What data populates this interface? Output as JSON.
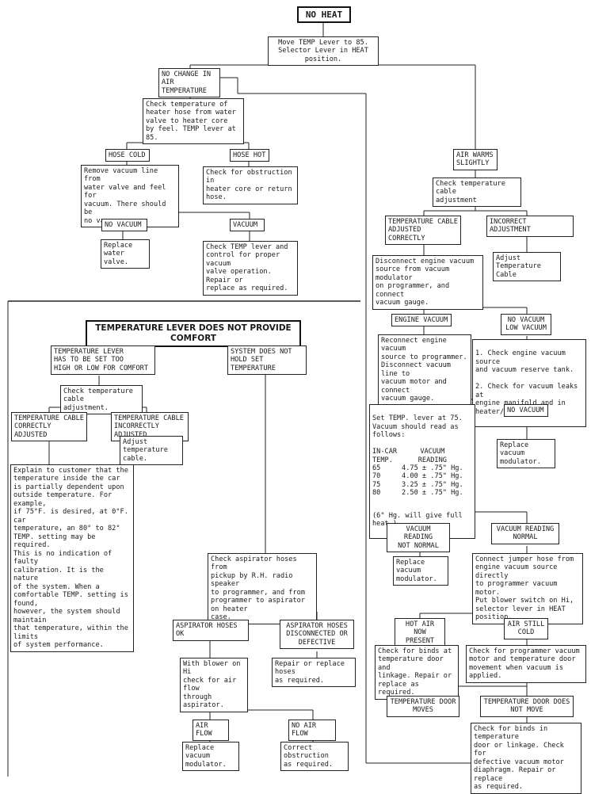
{
  "right": {
    "title": "NO HEAT",
    "move_temp": "Move TEMP Lever to 85.\nSelector Lever in HEAT position.",
    "no_change": "NO CHANGE IN\nAIR TEMPERATURE",
    "check_hose": "Check temperature of\nheater hose from water\nvalve to heater core\nby feel. TEMP lever at 85.",
    "hose_cold": "HOSE COLD",
    "hose_hot": "HOSE HOT",
    "remove_vacuum": "Remove vacuum line from\nwater valve and feel for\nvacuum. There should be\nno vacuum.",
    "check_obstruction": "Check for obstruction in\nheater core or return hose.",
    "no_vacuum_1": "NO VACUUM",
    "vacuum_1": "VACUUM",
    "replace_water_valve": "Replace water\nvalve.",
    "check_temp_lever": "Check TEMP lever and\ncontrol for proper vacuum\nvalve operation. Repair or\nreplace as required.",
    "air_warms": "AIR WARMS\nSLIGHTLY",
    "check_cable_adj": "Check temperature cable\nadjustment",
    "cable_correct": "TEMPERATURE CABLE\nADJUSTED CORRECTLY",
    "incorrect_adj": "INCORRECT ADJUSTMENT",
    "adjust_cable": "Adjust Temperature\nCable",
    "disconnect_engine": "Disconnect engine vacuum\nsource from vacuum modulator\non programmer, and connect\nvacuum gauge.",
    "engine_vacuum": "ENGINE VACUUM",
    "no_low_vacuum": "NO VACUUM\nLOW VACUUM",
    "reconnect": "Reconnect engine vacuum\nsource to programmer.\nDisconnect vacuum line to\nvacuum motor and connect\nvacuum gauge.",
    "check_source_1": "1.  Check engine vacuum source\n    and vacuum reserve tank.",
    "check_source_2": "2.  Check for vacuum leaks at\n    engine manifold and in\n    heater/A/C system.",
    "set_temp_intro": "Set TEMP. lever at 75.\nVacuum should read as follows:",
    "vacuum_table": {
      "head_temp": "IN-CAR\nTEMP.",
      "head_reading": "VACUUM\nREADING",
      "rows": [
        [
          "65",
          "4.75 ± .75\" Hg."
        ],
        [
          "70",
          "4.00 ± .75\" Hg."
        ],
        [
          "75",
          "3.25 ± .75\" Hg."
        ],
        [
          "80",
          "2.50 ± .75\" Hg."
        ]
      ],
      "note": "(6\" Hg. will give full heat.)"
    },
    "no_vacuum_2": "NO VACUUM",
    "replace_modulator_1": "Replace vacuum\nmodulator.",
    "reading_not_normal": "VACUUM READING\nNOT NORMAL",
    "reading_normal": "VACUUM READING\nNORMAL",
    "replace_modulator_2": "Replace vacuum\nmodulator.",
    "connect_jumper": "Connect jumper hose from\nengine vacuum source directly\nto programmer vacuum motor.\nPut blower switch on Hi,\nselector lever in HEAT\nposition.",
    "hot_air_present": "HOT AIR NOW\nPRESENT",
    "air_still_cold": "AIR STILL\nCOLD",
    "check_binds_1": "Check for binds at\ntemperature door and\nlinkage. Repair or\nreplace as required.",
    "check_programmer": "Check for programmer vacuum\nmotor and temperature door\nmovement when vacuum is applied.",
    "door_moves": "TEMPERATURE DOOR\nMOVES",
    "door_not_move": "TEMPERATURE DOOR DOES\nNOT MOVE",
    "check_binds_2": "Check for binds in temperature\ndoor or linkage. Check for\ndefective vacuum motor\ndiaphragm. Repair or replace\nas required."
  },
  "left": {
    "title": "TEMPERATURE LEVER DOES NOT PROVIDE COMFORT",
    "lever_too_high": "TEMPERATURE LEVER\nHAS TO BE SET TOO\nHIGH OR LOW FOR COMFORT",
    "not_hold": "SYSTEM DOES NOT\nHOLD SET TEMPERATURE",
    "check_cable": "Check temperature cable\nadjustment.",
    "cable_correct": "TEMPERATURE CABLE\nCORRECTLY ADJUSTED",
    "cable_incorrect": "TEMPERATURE CABLE\nINCORRECTLY ADJUSTED",
    "adjust_cable": "Adjust temperature\ncable.",
    "explain": "Explain to customer that the\ntemperature inside the car\nis partially dependent upon\noutside temperature. For example,\nif 75°F. is desired, at 0°F. car\ntemperature, an 80° to 82°\nTEMP. setting may be required.\nThis is no indication of faulty\ncalibration. It is the nature\nof the system. When a\ncomfortable TEMP. setting is found,\nhowever, the system should maintain\nthat temperature, within the limits\nof system performance.",
    "check_aspirator": "Check aspirator hoses from\npickup by R.H. radio speaker\nto programmer, and from\nprogrammer to aspirator on heater\ncase.",
    "hoses_ok": "ASPIRATOR HOSES OK",
    "hoses_disc": "ASPIRATOR HOSES\nDISCONNECTED OR\nDEFECTIVE",
    "blower_hi": "With blower on Hi\ncheck for air flow\nthrough aspirator.",
    "repair_hoses": "Repair or replace hoses\nas required.",
    "air_flow": "AIR FLOW",
    "no_air_flow": "NO AIR FLOW",
    "replace_modulator": "Replace vacuum\nmodulator.",
    "correct_obstruction": "Correct obstruction\nas required."
  }
}
